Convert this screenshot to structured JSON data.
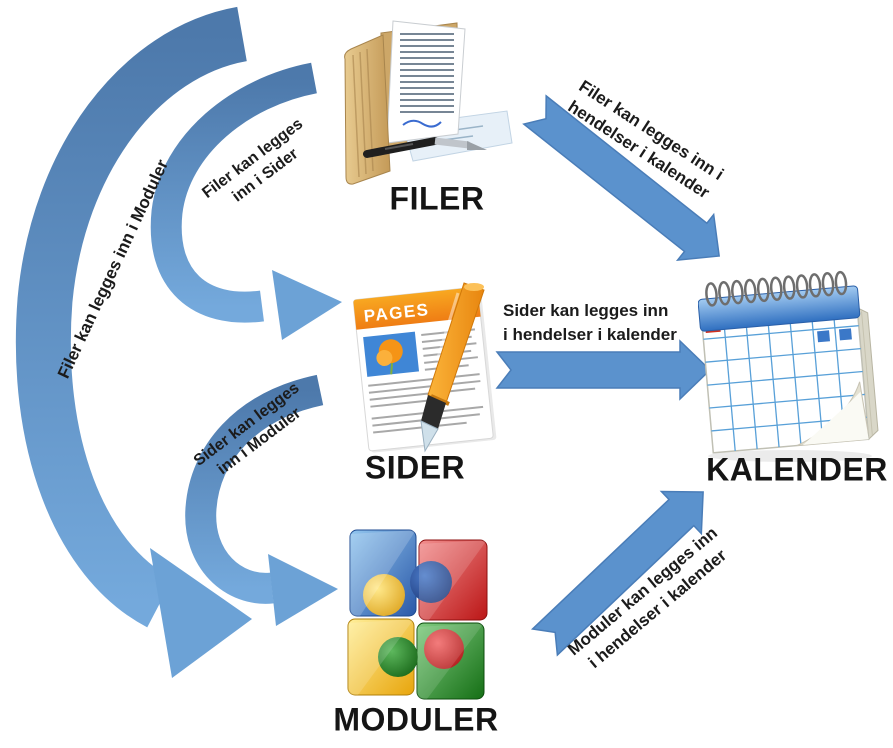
{
  "diagram": {
    "background": "#ffffff",
    "colors": {
      "straight_arrow_fill": "#5b92cd",
      "straight_arrow_border": "#4a7db8",
      "curved_arrow_dark": "#4d79ab",
      "curved_arrow_light": "#74a9dc",
      "label_text": "#1b1b1b"
    },
    "nodes": {
      "filer": {
        "label": "FILER",
        "icon": "folder-documents-icon"
      },
      "sider": {
        "label": "SIDER",
        "icon": "pages-document-icon",
        "badge": "PAGES"
      },
      "moduler": {
        "label": "MODULER",
        "icon": "puzzle-pieces-icon"
      },
      "kalender": {
        "label": "KALENDER",
        "icon": "spiral-calendar-icon"
      }
    },
    "edges": {
      "filer_to_moduler": {
        "type": "curved",
        "label": "Filer kan legges inn i Moduler"
      },
      "filer_to_sider": {
        "type": "curved",
        "line1": "Filer kan legges",
        "line2": "inn i Sider"
      },
      "sider_to_moduler": {
        "type": "curved",
        "line1": "Sider kan legges",
        "line2": "inn i Moduler"
      },
      "filer_to_kalender": {
        "type": "straight",
        "line1": "Filer kan legges inn i",
        "line2": "hendelser i kalender"
      },
      "sider_to_kalender": {
        "type": "straight",
        "line1": "Sider kan legges inn",
        "line2": "i hendelser i kalender"
      },
      "moduler_to_kalender": {
        "type": "straight",
        "line1": "Moduler kan legges inn",
        "line2": "i hendelser i kalender"
      }
    }
  }
}
